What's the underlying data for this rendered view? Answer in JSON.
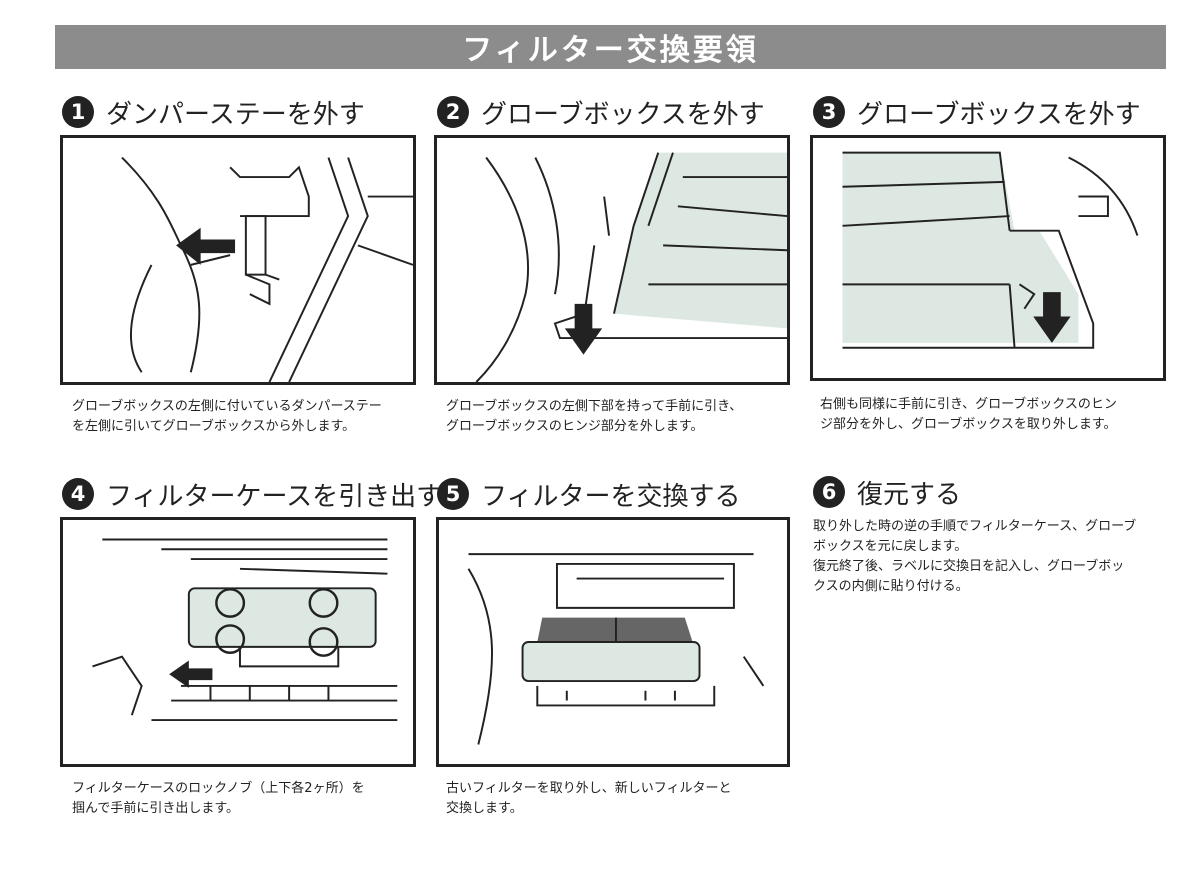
{
  "title": "フィルター交換要領",
  "steps": [
    {
      "num": "1",
      "heading": "ダンパーステーを外す",
      "caption": [
        "グローブボックスの左側に付いているダンパーステー",
        "を左側に引いてグローブボックスから外します。"
      ]
    },
    {
      "num": "2",
      "heading": "グローブボックスを外す",
      "caption": [
        "グローブボックスの左側下部を持って手前に引き、",
        "グローブボックスのヒンジ部分を外します。"
      ]
    },
    {
      "num": "3",
      "heading": "グローブボックスを外す",
      "caption": [
        "右側も同様に手前に引き、グローブボックスのヒン",
        "ジ部分を外し、グローブボックスを取り外します。"
      ]
    },
    {
      "num": "4",
      "heading": "フィルターケースを引き出す",
      "caption": [
        "フィルターケースのロックノブ（上下各2ヶ所）を",
        "掴んで手前に引き出します。"
      ]
    },
    {
      "num": "5",
      "heading": "フィルターを交換する",
      "caption": [
        "古いフィルターを取り外し、新しいフィルターと",
        "交換します。"
      ]
    },
    {
      "num": "6",
      "heading": "復元する",
      "caption": [
        "取り外した時の逆の手順でフィルターケース、グローブ",
        "ボックスを元に戻します。",
        "復元終了後、ラベルに交換日を記入し、グローブボッ",
        "クスの内側に貼り付ける。"
      ]
    }
  ],
  "colors": {
    "title_bar": "#8c8c8c",
    "frame": "#222222",
    "highlight": "#dde8e2"
  },
  "icons": [
    "arrow-left-icon",
    "arrow-down-icon",
    "circle-marker-icon"
  ]
}
